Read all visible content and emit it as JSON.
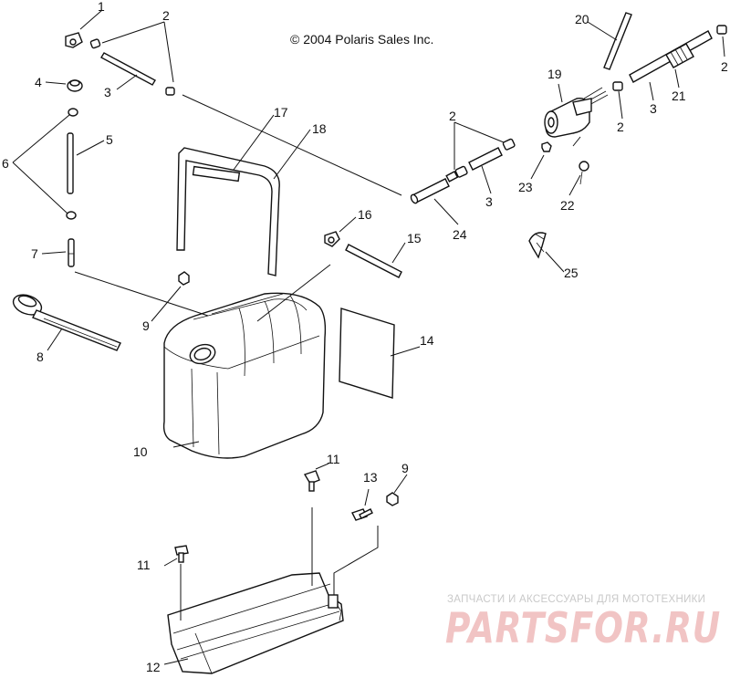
{
  "copyright": "© 2004 Polaris Sales Inc.",
  "watermark": {
    "tagline": "ЗАПЧАСТИ И АКСЕССУАРЫ ДЛЯ МОТОТЕХНИКИ",
    "brand": "PARTSFOR.RU"
  },
  "callouts": {
    "c1": "1",
    "c2a": "2",
    "c2b": "2",
    "c2c": "2",
    "c2d": "2",
    "c3a": "3",
    "c3b": "3",
    "c3c": "3",
    "c4": "4",
    "c5": "5",
    "c6": "6",
    "c7": "7",
    "c8": "8",
    "c9a": "9",
    "c9b": "9",
    "c10": "10",
    "c11a": "11",
    "c11b": "11",
    "c12": "12",
    "c13": "13",
    "c14": "14",
    "c15": "15",
    "c16": "16",
    "c17": "17",
    "c18": "18",
    "c19": "19",
    "c20": "20",
    "c21": "21",
    "c22": "22",
    "c23": "23",
    "c24": "24",
    "c25": "25"
  }
}
